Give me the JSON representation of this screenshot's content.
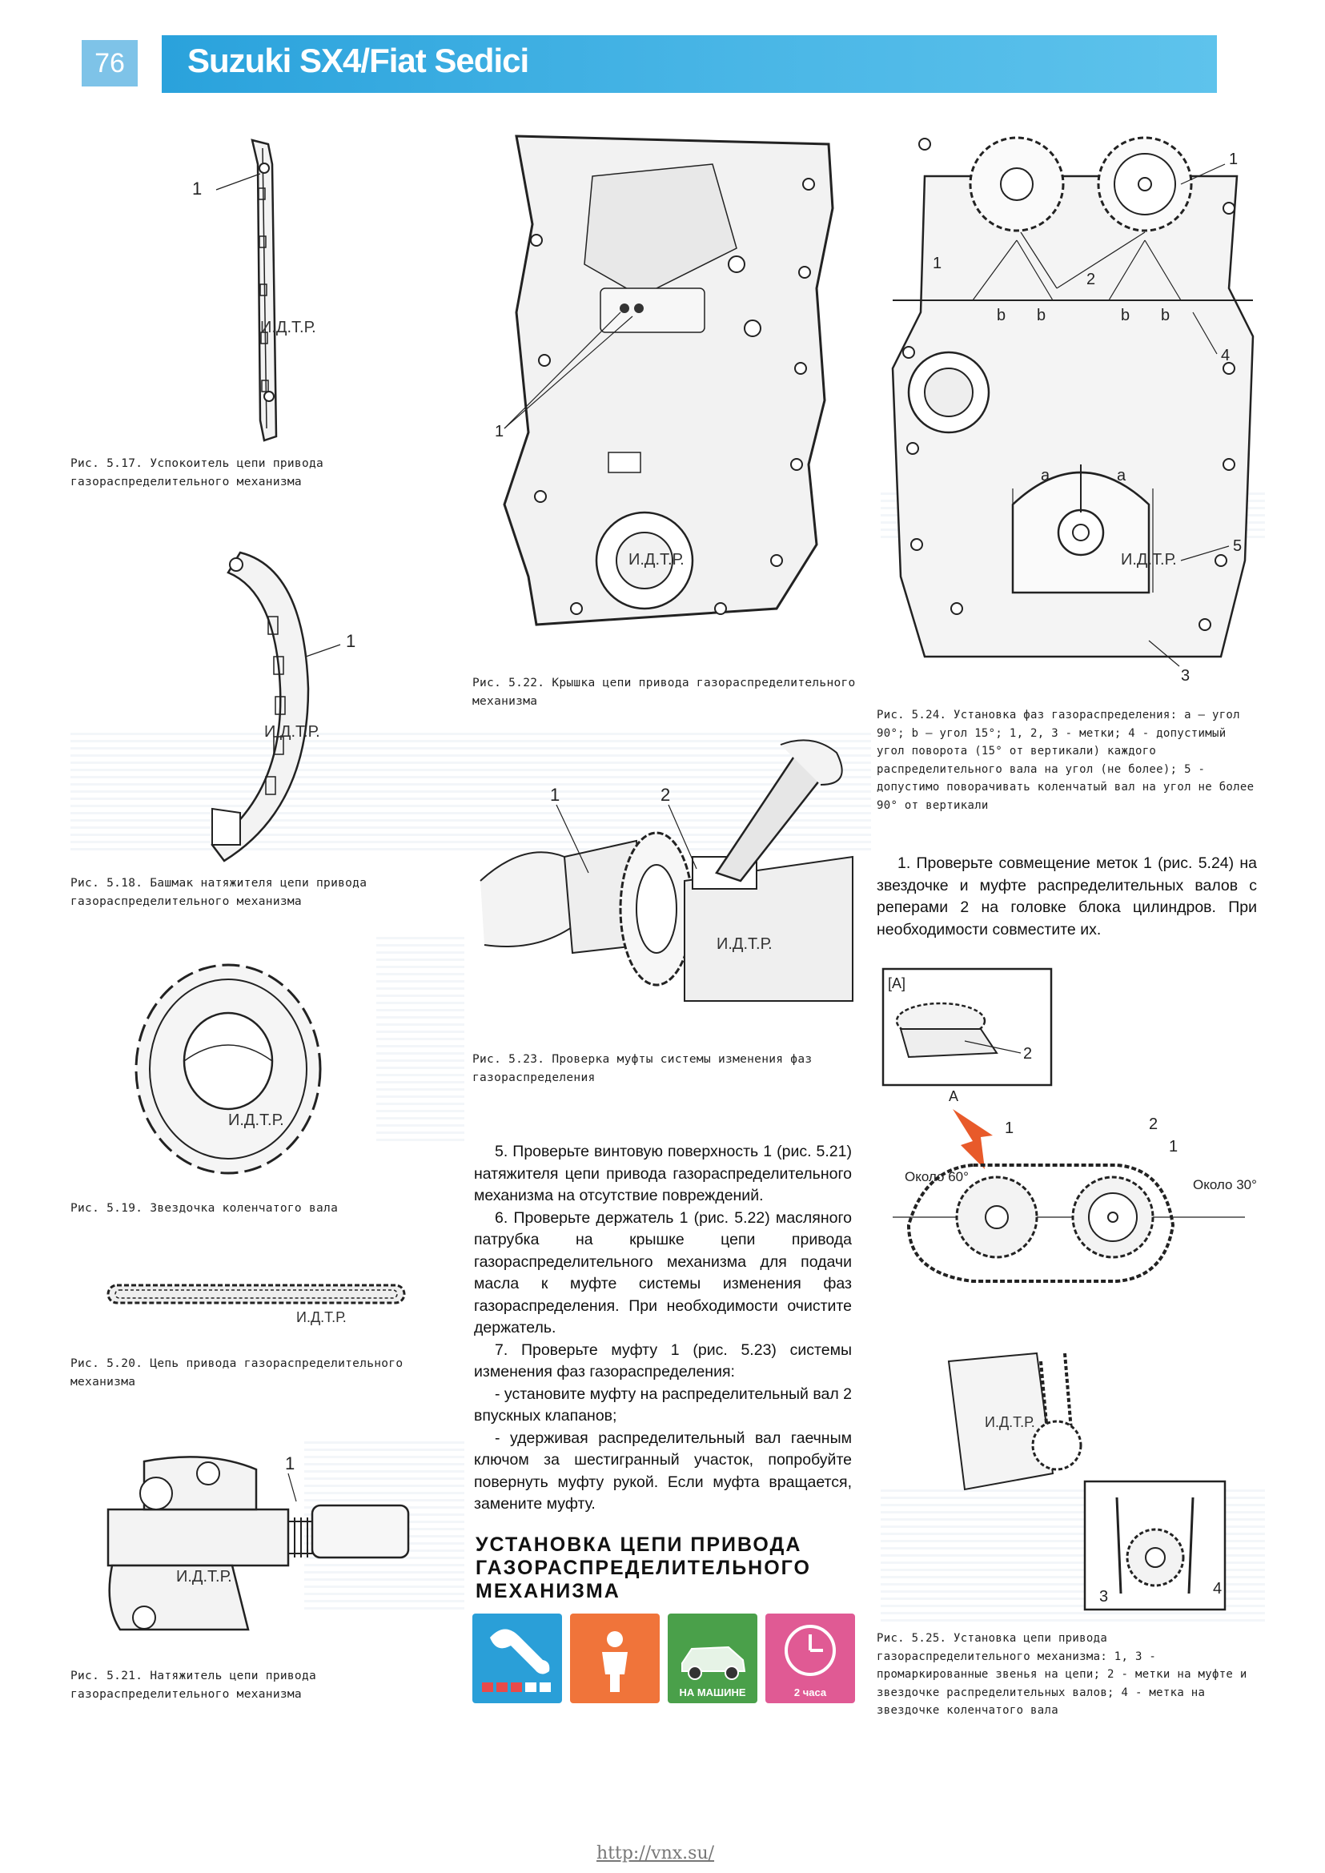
{
  "header": {
    "page_number": "76",
    "title": "Suzuki SX4/Fiat Sedici"
  },
  "watermark": "И.Д.Т.Р.",
  "figures": {
    "f517": {
      "caption": "Рис. 5.17. Успокоитель цепи привода газораспределительного механизма",
      "callouts": [
        "1"
      ]
    },
    "f518": {
      "caption": "Рис. 5.18. Башмак натяжителя цепи привода газораспределительного механизма",
      "callouts": [
        "1"
      ]
    },
    "f519": {
      "caption": "Рис. 5.19. Звездочка коленчатого вала"
    },
    "f520": {
      "caption": "Рис. 5.20. Цепь привода газораспределительного механизма"
    },
    "f521": {
      "caption": "Рис. 5.21. Натяжитель цепи привода газораспределительного механизма",
      "callouts": [
        "1"
      ]
    },
    "f522": {
      "caption": "Рис. 5.22. Крышка цепи привода газораспределительного механизма",
      "callouts": [
        "1"
      ]
    },
    "f523": {
      "caption": "Рис. 5.23. Проверка муфты системы изменения фаз газораспределения",
      "callouts": [
        "1",
        "2"
      ]
    },
    "f524": {
      "caption": "Рис. 5.24. Установка фаз газораспределения: а — угол 90°; b — угол 15°; 1, 2, 3 - метки; 4 - допустимый угол поворота (15° от вертикали) каждого распределительного вала на угол (не более); 5 - допустимо поворачивать коленчатый вал на угол не более 90° от вертикали",
      "callouts": [
        "1",
        "1",
        "2",
        "4",
        "5",
        "3"
      ],
      "angle_labels": [
        "b",
        "b",
        "b",
        "b",
        "a",
        "a"
      ]
    },
    "f525": {
      "caption": "Рис. 5.25. Установка цепи привода газораспределительного механизма: 1, 3 - промаркированные звенья на цепи; 2 - метки на муфте и звездочке распределительных валов; 4 - метка на звездочке коленчатого вала",
      "inset_label": "[A]",
      "arrow_label": "A",
      "angle_left": "Около 60°",
      "angle_right": "Около 30°",
      "callouts": [
        "2",
        "1",
        "2",
        "1",
        "3",
        "4"
      ]
    }
  },
  "body": {
    "step1": "1. Проверьте совмещение меток 1 (рис. 5.24) на звездочке и муфте распределительных валов с реперами 2 на головке блока цилиндров. При необходимости совместите их.",
    "step5": "5. Проверьте винтовую поверхность 1 (рис. 5.21) натяжителя цепи привода газораспределительного механизма на отсутствие повреждений.",
    "step6": "6. Проверьте держатель 1 (рис. 5.22) масляного патрубка на крышке цепи привода газораспределительного механизма для подачи масла к муфте системы изменения фаз газораспределения. При необходимости очистите держатель.",
    "step7": "7. Проверьте муфту 1 (рис. 5.23) системы изменения фаз газораспределения:",
    "step7_a": "- установите муфту на распределительный вал 2 впускных клапанов;",
    "step7_b": "- удерживая распределительный вал гаечным ключом за шестигранный участок, попробуйте повернуть муфту рукой. Если муфта вращается, замените муфту."
  },
  "section": {
    "title": "УСТАНОВКА ЦЕПИ ПРИВОДА ГАЗОРАСПРЕДЕЛИТЕЛЬНОГО МЕХАНИЗМА"
  },
  "badges": [
    {
      "icon": "wrench-icon",
      "label": "",
      "color": "#2a9fd8"
    },
    {
      "icon": "person-icon",
      "label": "",
      "color": "#f0743a"
    },
    {
      "icon": "car-icon",
      "label": "НА МАШИНЕ",
      "color": "#4aa04a"
    },
    {
      "icon": "clock-icon",
      "label": "2 часа",
      "color": "#e05a94"
    }
  ],
  "footer": {
    "url": "http://vnx.su/"
  }
}
